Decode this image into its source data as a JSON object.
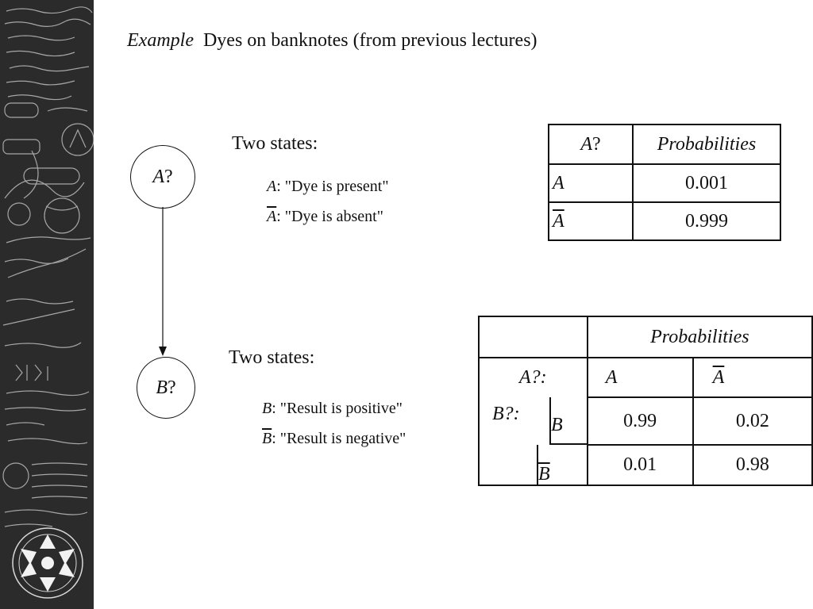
{
  "title": {
    "italic": "Example",
    "text": "Dyes on banknotes (from previous lectures)"
  },
  "node_a": {
    "var": "A",
    "mark": "?"
  },
  "node_b": {
    "var": "B",
    "mark": "?"
  },
  "states_a": {
    "heading": "Two states:",
    "line1": {
      "var": "A",
      "desc": ": \"Dye  is  present\""
    },
    "line2": {
      "var": "A",
      "desc": ": \"Dye  is  absent\""
    }
  },
  "states_b": {
    "heading": "Two states:",
    "line1": {
      "var": "B",
      "desc": ": \"Result  is  positive\""
    },
    "line2": {
      "var": "B",
      "desc": ": \"Result  is  negative\""
    }
  },
  "table_a": {
    "header_var": "A",
    "header_mark": "?",
    "header_prob": "Probabilities",
    "rows": [
      {
        "state": "A",
        "negated": false,
        "value": "0.001"
      },
      {
        "state": "A",
        "negated": true,
        "value": "0.999"
      }
    ]
  },
  "table_b": {
    "header_prob": "Probabilities",
    "a_label": "A?:",
    "a_states": [
      "A",
      "A"
    ],
    "b_label": "B?:",
    "b_states": [
      "B",
      "B"
    ],
    "values": [
      [
        "0.99",
        "0.02"
      ],
      [
        "0.01",
        "0.98"
      ]
    ]
  }
}
